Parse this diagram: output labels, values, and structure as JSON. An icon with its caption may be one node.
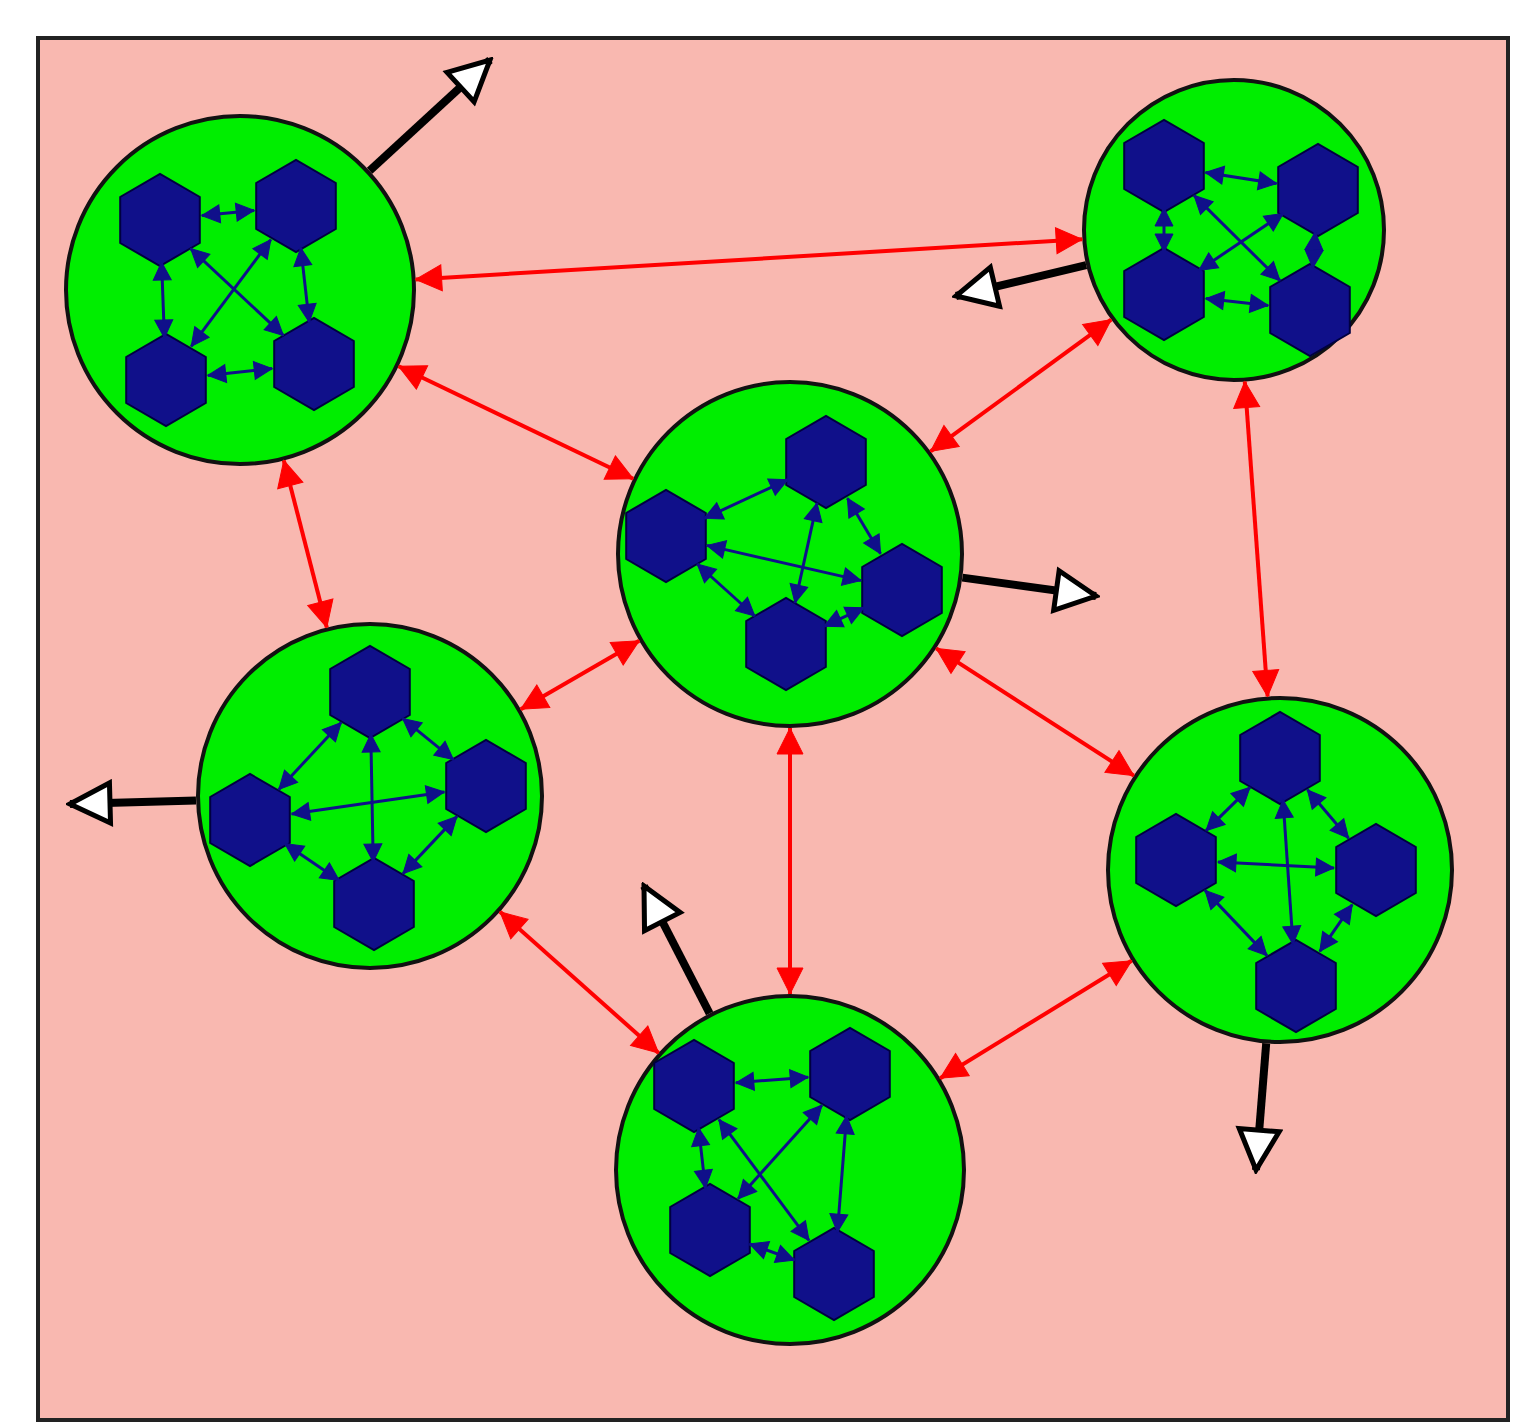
{
  "diagram": {
    "nodes": [
      {
        "text": [],
        "shape": "circle"
      },
      {
        "text": [],
        "shape": "hexagon",
        "in": 0
      },
      {
        "text": [],
        "shape": "hexagon",
        "in": 0
      },
      {
        "text": [],
        "shape": "hexagon",
        "in": 0
      },
      {
        "text": [],
        "shape": "hexagon",
        "in": 0
      },
      {
        "text": [],
        "shape": "circle"
      },
      {
        "text": [],
        "shape": "hexagon",
        "in": 5
      },
      {
        "text": [],
        "shape": "hexagon",
        "in": 5
      },
      {
        "text": [],
        "shape": "hexagon",
        "in": 5
      },
      {
        "text": [],
        "shape": "hexagon",
        "in": 5
      },
      {
        "text": [],
        "shape": "circle"
      },
      {
        "text": [],
        "shape": "hexagon",
        "in": 10
      },
      {
        "text": [],
        "shape": "hexagon",
        "in": 10
      },
      {
        "text": [],
        "shape": "hexagon",
        "in": 10
      },
      {
        "text": [],
        "shape": "hexagon",
        "in": 10
      },
      {
        "text": [],
        "shape": "circle"
      },
      {
        "text": [],
        "shape": "hexagon",
        "in": 15
      },
      {
        "text": [],
        "shape": "hexagon",
        "in": 15
      },
      {
        "text": [],
        "shape": "hexagon",
        "in": 15
      },
      {
        "text": [],
        "shape": "hexagon",
        "in": 15
      },
      {
        "text": [],
        "shape": "circle"
      },
      {
        "text": [],
        "shape": "hexagon",
        "in": 20
      },
      {
        "text": [],
        "shape": "hexagon",
        "in": 20
      },
      {
        "text": [],
        "shape": "hexagon",
        "in": 20
      },
      {
        "text": [],
        "shape": "hexagon",
        "in": 20
      },
      {
        "text": [],
        "shape": "circle"
      },
      {
        "text": [],
        "shape": "hexagon",
        "in": 25
      },
      {
        "text": [],
        "shape": "hexagon",
        "in": 25
      },
      {
        "text": [],
        "shape": "hexagon",
        "in": 25
      },
      {
        "text": [],
        "shape": "hexagon",
        "in": 25
      }
    ],
    "edges": [
      {
        "from": 1,
        "to": 2,
        "arrow": "both"
      },
      {
        "from": 1,
        "to": 3,
        "arrow": "both"
      },
      {
        "from": 1,
        "to": 4,
        "arrow": "both"
      },
      {
        "from": 2,
        "to": 3,
        "arrow": "both"
      },
      {
        "from": 2,
        "to": 4,
        "arrow": "both"
      },
      {
        "from": 3,
        "to": 4,
        "arrow": "both"
      },
      {
        "from": 6,
        "to": 7,
        "arrow": "both"
      },
      {
        "from": 6,
        "to": 8,
        "arrow": "both"
      },
      {
        "from": 6,
        "to": 9,
        "arrow": "both"
      },
      {
        "from": 7,
        "to": 8,
        "arrow": "both"
      },
      {
        "from": 7,
        "to": 9,
        "arrow": "both"
      },
      {
        "from": 8,
        "to": 9,
        "arrow": "both"
      },
      {
        "from": 11,
        "to": 12,
        "arrow": "both"
      },
      {
        "from": 11,
        "to": 13,
        "arrow": "both"
      },
      {
        "from": 11,
        "to": 14,
        "arrow": "both"
      },
      {
        "from": 12,
        "to": 13,
        "arrow": "both"
      },
      {
        "from": 12,
        "to": 14,
        "arrow": "both"
      },
      {
        "from": 13,
        "to": 14,
        "arrow": "both"
      },
      {
        "from": 16,
        "to": 17,
        "arrow": "both"
      },
      {
        "from": 16,
        "to": 18,
        "arrow": "both"
      },
      {
        "from": 16,
        "to": 19,
        "arrow": "both"
      },
      {
        "from": 17,
        "to": 18,
        "arrow": "both"
      },
      {
        "from": 17,
        "to": 19,
        "arrow": "both"
      },
      {
        "from": 18,
        "to": 19,
        "arrow": "both"
      },
      {
        "from": 21,
        "to": 22,
        "arrow": "both"
      },
      {
        "from": 21,
        "to": 23,
        "arrow": "both"
      },
      {
        "from": 21,
        "to": 24,
        "arrow": "both"
      },
      {
        "from": 22,
        "to": 23,
        "arrow": "both"
      },
      {
        "from": 22,
        "to": 24,
        "arrow": "both"
      },
      {
        "from": 23,
        "to": 24,
        "arrow": "both"
      },
      {
        "from": 26,
        "to": 27,
        "arrow": "both"
      },
      {
        "from": 26,
        "to": 28,
        "arrow": "both"
      },
      {
        "from": 26,
        "to": 29,
        "arrow": "both"
      },
      {
        "from": 27,
        "to": 28,
        "arrow": "both"
      },
      {
        "from": 27,
        "to": 29,
        "arrow": "both"
      },
      {
        "from": 28,
        "to": 29,
        "arrow": "both"
      },
      {
        "from": 0,
        "to": 5,
        "arrow": "both",
        "color": "#ff0000"
      },
      {
        "from": 0,
        "to": 10,
        "arrow": "both",
        "color": "#ff0000"
      },
      {
        "from": 0,
        "to": 15,
        "arrow": "both",
        "color": "#ff0000"
      },
      {
        "from": 10,
        "to": 5,
        "arrow": "both",
        "color": "#ff0000"
      },
      {
        "from": 10,
        "to": 15,
        "arrow": "both",
        "color": "#ff0000"
      },
      {
        "from": 10,
        "to": 20,
        "arrow": "both",
        "color": "#ff0000"
      },
      {
        "from": 10,
        "to": 25,
        "arrow": "both",
        "color": "#ff0000"
      },
      {
        "from": 5,
        "to": 20,
        "arrow": "both",
        "color": "#ff0000"
      },
      {
        "from": 15,
        "to": 25,
        "arrow": "both",
        "color": "#ff0000"
      },
      {
        "from": 25,
        "to": 20,
        "arrow": "both",
        "color": "#ff0000"
      },
      {
        "from": 0,
        "to": null,
        "arrow": "to",
        "style": "thick",
        "color": "#000000"
      },
      {
        "from": 5,
        "to": null,
        "arrow": "to",
        "style": "thick",
        "color": "#000000"
      },
      {
        "from": 10,
        "to": null,
        "arrow": "to",
        "style": "thick",
        "color": "#000000"
      },
      {
        "from": 15,
        "to": null,
        "arrow": "to",
        "style": "thick",
        "color": "#000000"
      },
      {
        "from": 20,
        "to": null,
        "arrow": "to",
        "style": "thick",
        "color": "#000000"
      },
      {
        "from": 25,
        "to": null,
        "arrow": "to",
        "style": "thick",
        "color": "#000000"
      }
    ]
  }
}
